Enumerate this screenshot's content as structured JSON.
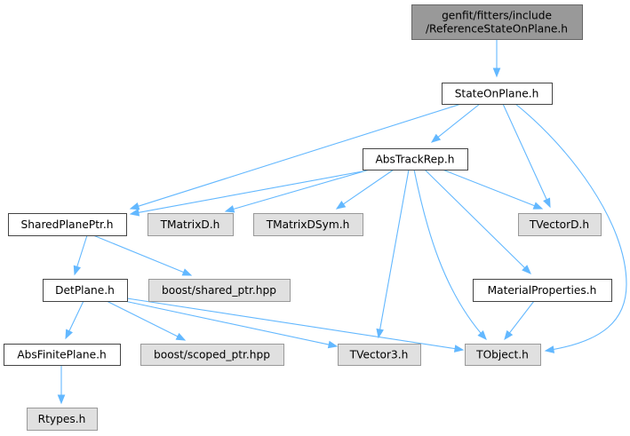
{
  "colors": {
    "root_fill": "#999999",
    "root_border": "#666666",
    "internal_fill": "#ffffff",
    "internal_border": "#444444",
    "external_fill": "#e0e0e0",
    "external_border": "#999999",
    "edge": "#63b8ff"
  },
  "nodes": [
    {
      "id": "root",
      "lines": [
        "genfit/fitters/include",
        "/ReferenceStateOnPlane.h"
      ],
      "kind": "root"
    },
    {
      "id": "stateonplane",
      "lines": [
        "StateOnPlane.h"
      ],
      "kind": "internal"
    },
    {
      "id": "abstrackrep",
      "lines": [
        "AbsTrackRep.h"
      ],
      "kind": "internal"
    },
    {
      "id": "sharedplaneptr",
      "lines": [
        "SharedPlanePtr.h"
      ],
      "kind": "internal"
    },
    {
      "id": "tmatrixd",
      "lines": [
        "TMatrixD.h"
      ],
      "kind": "external"
    },
    {
      "id": "tmatrixdsym",
      "lines": [
        "TMatrixDSym.h"
      ],
      "kind": "external"
    },
    {
      "id": "tvectord",
      "lines": [
        "TVectorD.h"
      ],
      "kind": "external"
    },
    {
      "id": "detplane",
      "lines": [
        "DetPlane.h"
      ],
      "kind": "internal"
    },
    {
      "id": "boost_shared",
      "lines": [
        "boost/shared_ptr.hpp"
      ],
      "kind": "external"
    },
    {
      "id": "materialprops",
      "lines": [
        "MaterialProperties.h"
      ],
      "kind": "internal"
    },
    {
      "id": "absfiniteplane",
      "lines": [
        "AbsFinitePlane.h"
      ],
      "kind": "internal"
    },
    {
      "id": "boost_scoped",
      "lines": [
        "boost/scoped_ptr.hpp"
      ],
      "kind": "external"
    },
    {
      "id": "tvector3",
      "lines": [
        "TVector3.h"
      ],
      "kind": "external"
    },
    {
      "id": "tobject",
      "lines": [
        "TObject.h"
      ],
      "kind": "external"
    },
    {
      "id": "rtypes",
      "lines": [
        "Rtypes.h"
      ],
      "kind": "external"
    }
  ],
  "edges": [
    {
      "from": "root",
      "to": "stateonplane"
    },
    {
      "from": "stateonplane",
      "to": "abstrackrep"
    },
    {
      "from": "stateonplane",
      "to": "sharedplaneptr"
    },
    {
      "from": "stateonplane",
      "to": "tvectord"
    },
    {
      "from": "stateonplane",
      "to": "tobject"
    },
    {
      "from": "abstrackrep",
      "to": "sharedplaneptr"
    },
    {
      "from": "abstrackrep",
      "to": "tmatrixd"
    },
    {
      "from": "abstrackrep",
      "to": "tmatrixdsym"
    },
    {
      "from": "abstrackrep",
      "to": "tvectord"
    },
    {
      "from": "abstrackrep",
      "to": "tvector3"
    },
    {
      "from": "abstrackrep",
      "to": "tobject"
    },
    {
      "from": "abstrackrep",
      "to": "materialprops"
    },
    {
      "from": "sharedplaneptr",
      "to": "detplane"
    },
    {
      "from": "sharedplaneptr",
      "to": "boost_shared"
    },
    {
      "from": "detplane",
      "to": "absfiniteplane"
    },
    {
      "from": "detplane",
      "to": "boost_scoped"
    },
    {
      "from": "detplane",
      "to": "tvector3"
    },
    {
      "from": "detplane",
      "to": "tobject"
    },
    {
      "from": "materialprops",
      "to": "tobject"
    },
    {
      "from": "absfiniteplane",
      "to": "rtypes"
    }
  ]
}
